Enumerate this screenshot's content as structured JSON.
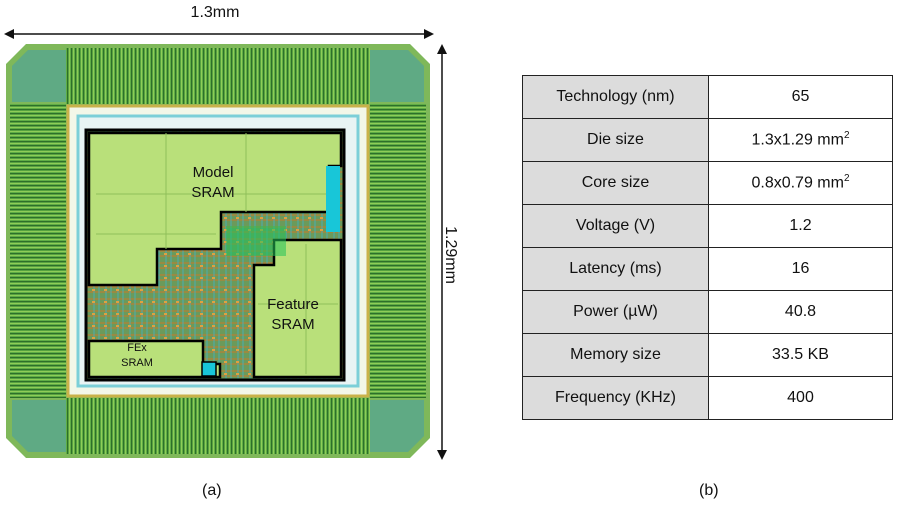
{
  "figure_a": {
    "width_label": "1.3mm",
    "height_label": "1.29mm",
    "blocks": {
      "model": [
        "Model",
        "SRAM"
      ],
      "feature": [
        "Feature",
        "SRAM"
      ],
      "fex": [
        "FEx",
        "SRAM"
      ]
    },
    "caption": "(a)"
  },
  "figure_b": {
    "caption": "(b)",
    "rows": [
      {
        "key": "Technology (nm)",
        "value": "65"
      },
      {
        "key": "Die size",
        "value": "1.3x1.29 mm",
        "sup": "2"
      },
      {
        "key": "Core size",
        "value": "0.8x0.79 mm",
        "sup": "2"
      },
      {
        "key": "Voltage (V)",
        "value": "1.2"
      },
      {
        "key": "Latency (ms)",
        "value": "16"
      },
      {
        "key": "Power (µW)",
        "value": "40.8"
      },
      {
        "key": "Memory size",
        "value": "33.5 KB"
      },
      {
        "key": "Frequency (KHz)",
        "value": "400"
      }
    ]
  },
  "colors": {
    "sram": "#b9e07a",
    "io_green": "#3f9b3a",
    "outline": "#000000",
    "table_key_bg": "#dcdcdc"
  }
}
